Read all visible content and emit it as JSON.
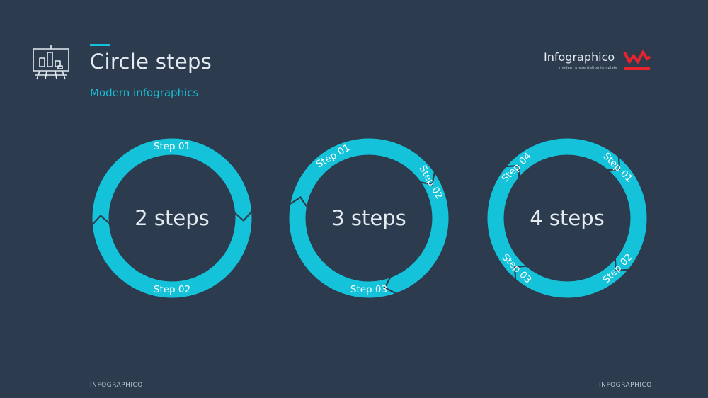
{
  "header": {
    "title": "Circle steps",
    "subtitle": "Modern infographics",
    "icon": "presentation-board-icon"
  },
  "brand": {
    "name": "Infographico",
    "tagline": "modern presentation template",
    "logo_icon": "w-logo-icon",
    "logo_color": "#e8232b"
  },
  "footer": {
    "left": "INFOGRAPHICO",
    "right": "INFOGRAPHICO"
  },
  "colors": {
    "background": "#2d3b4e",
    "accent": "#14c3d9"
  },
  "diagrams": [
    {
      "center": "2 steps",
      "steps": [
        "Step 01",
        "Step 02"
      ]
    },
    {
      "center": "3 steps",
      "steps": [
        "Step 01",
        "Step 02",
        "Step 03"
      ]
    },
    {
      "center": "4 steps",
      "steps": [
        "Step 01",
        "Step 02",
        "Step 03",
        "Step 04"
      ]
    }
  ]
}
